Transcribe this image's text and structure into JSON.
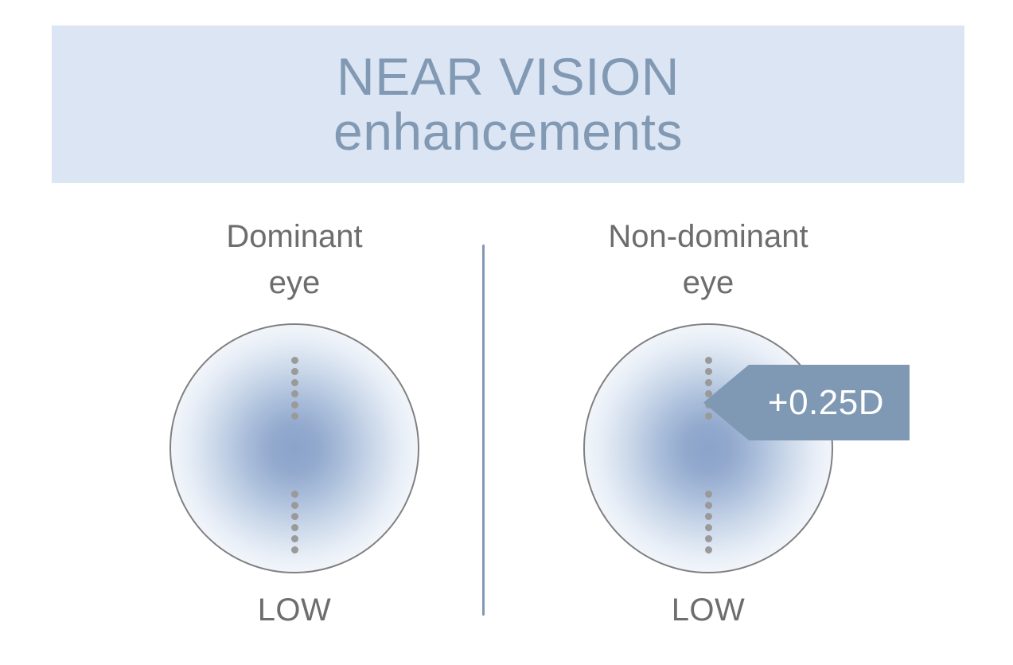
{
  "slide": {
    "background_color": "#ffffff",
    "title": {
      "line1": "NEAR VISION",
      "line2": "enhancements",
      "text_color": "#8299b4",
      "banner_color": "#dbe5f3"
    }
  },
  "divider": {
    "color": "#8099b5"
  },
  "columns": [
    {
      "id": "dominant",
      "label_line1": "Dominant",
      "label_line2": "eye",
      "power_label": "LOW",
      "lens": {
        "outline_color": "#808080",
        "center_color": "#8ba3cb",
        "dot_color": "#9a9a9a",
        "upper_dots": 6,
        "lower_dots": 6
      },
      "callout": null
    },
    {
      "id": "non-dominant",
      "label_line1": "Non-dominant",
      "label_line2": "eye",
      "power_label": "LOW",
      "lens": {
        "outline_color": "#808080",
        "center_color": "#8ba3cb",
        "dot_color": "#9a9a9a",
        "upper_dots": 6,
        "lower_dots": 6
      },
      "callout": {
        "text": "+0.25D",
        "fill_color": "#7f99b4",
        "text_color": "#ffffff",
        "direction": "left"
      }
    }
  ]
}
